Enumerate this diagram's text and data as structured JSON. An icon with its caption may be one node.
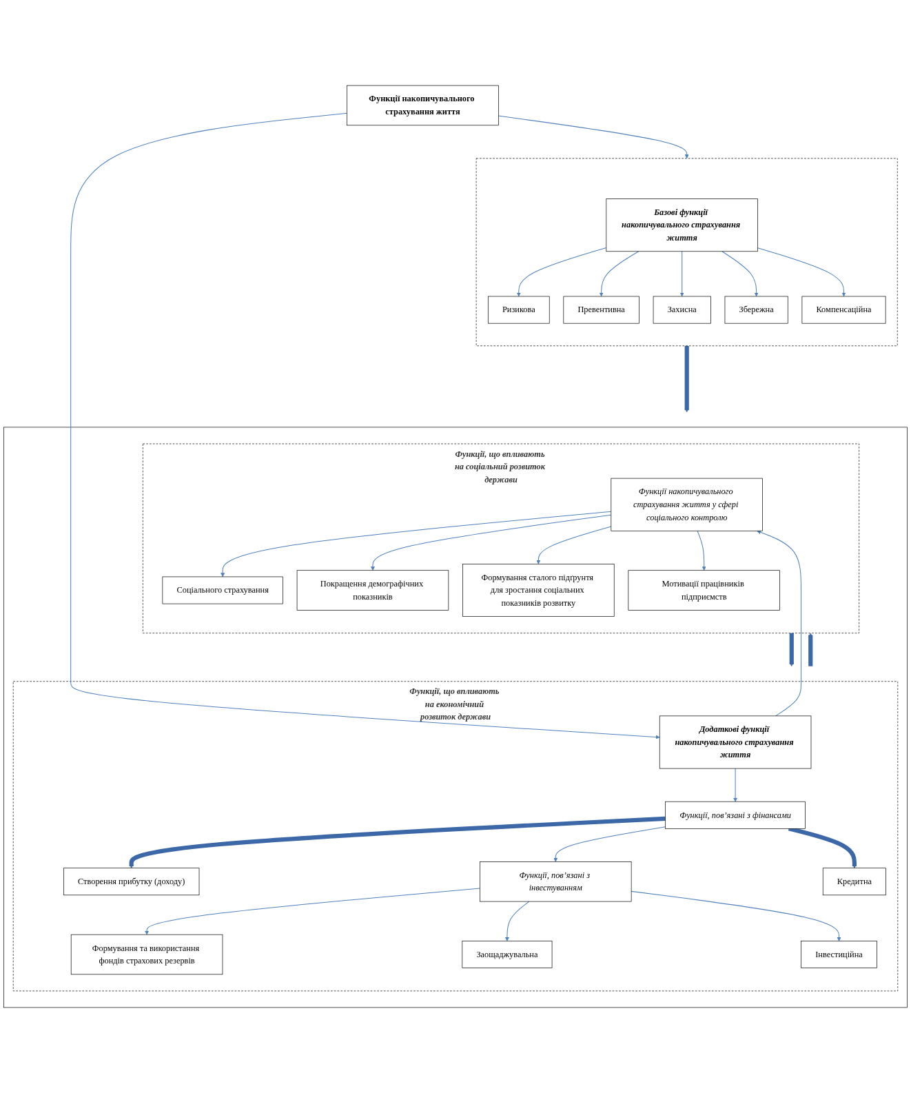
{
  "diagram": {
    "nodes": [
      {
        "text": [
          "Функції накопичувального страхування життя"
        ]
      },
      {
        "text": [],
        "shape": "box"
      },
      {
        "text": [
          "Базові функції накопичувального страхування життя"
        ],
        "in": 1
      },
      {
        "text": [
          "Ризикова"
        ],
        "in": 1
      },
      {
        "text": [
          "Превентивна"
        ],
        "in": 1
      },
      {
        "text": [
          "Захисна"
        ],
        "in": 1
      },
      {
        "text": [
          "Збережна"
        ],
        "in": 1
      },
      {
        "text": [
          "Компенсаційна"
        ],
        "in": 1
      },
      {
        "text": [],
        "shape": "box"
      },
      {
        "text": [
          "Функції, що впливають на економічний розвиток держави"
        ],
        "in": 8
      },
      {
        "text": [
          "Додаткові функції накопичувального страхування життя"
        ],
        "in": 9
      },
      {
        "text": [
          "Функції, пов’язані з фінансами"
        ],
        "in": 9
      },
      {
        "text": [
          "Створення прибутку (доходу)"
        ],
        "in": 9
      },
      {
        "text": [
          "Функції, пов’язані з інвестуванням"
        ],
        "in": 9
      },
      {
        "text": [
          "Кредитна"
        ],
        "in": 9
      },
      {
        "text": [
          "Формування та використання фондів страхових резервів"
        ],
        "in": 9
      },
      {
        "text": [
          "Заощаджувальна"
        ],
        "in": 9
      },
      {
        "text": [
          "Інвестиційна"
        ],
        "in": 9
      },
      {
        "text": [
          "Функції, що впливають на соціальний розвиток держави"
        ],
        "in": 8
      },
      {
        "text": [
          "Функції накопичувального страхування життя у сфері соціального контролю"
        ],
        "in": 18
      },
      {
        "text": [
          "Соціального страхування"
        ],
        "in": 18
      },
      {
        "text": [
          "Покращення демографічних показників"
        ],
        "in": 18
      },
      {
        "text": [
          "Формування сталого підґрунтя для зростання соціальних показників розвитку"
        ],
        "in": 18
      },
      {
        "text": [
          "Мотивації працівників підприємств"
        ],
        "in": 18
      }
    ],
    "edges": [
      {
        "from": 0,
        "to": 1,
        "arrow": "to"
      },
      {
        "from": 0,
        "to": 10,
        "arrow": "to"
      },
      {
        "from": 10,
        "to": 19,
        "arrow": "to"
      },
      {
        "from": 2,
        "to": 3,
        "arrow": "to"
      },
      {
        "from": 2,
        "to": 4,
        "arrow": "to"
      },
      {
        "from": 2,
        "to": 5,
        "arrow": "to"
      },
      {
        "from": 2,
        "to": 6,
        "arrow": "to"
      },
      {
        "from": 2,
        "to": 7,
        "arrow": "to"
      },
      {
        "from": 1,
        "to": 8,
        "arrow": "to",
        "style": "thick"
      },
      {
        "from": 10,
        "to": 11,
        "arrow": "to"
      },
      {
        "from": 11,
        "to": 12,
        "arrow": "to",
        "style": "thick"
      },
      {
        "from": 11,
        "to": 13,
        "arrow": "to"
      },
      {
        "from": 11,
        "to": 14,
        "arrow": "to",
        "style": "thick"
      },
      {
        "from": 13,
        "to": 15,
        "arrow": "to"
      },
      {
        "from": 13,
        "to": 16,
        "arrow": "to"
      },
      {
        "from": 13,
        "to": 17,
        "arrow": "to"
      },
      {
        "from": 9,
        "to": 18,
        "arrow": "to",
        "style": "thick"
      },
      {
        "from": 18,
        "to": 9,
        "arrow": "to",
        "style": "thick"
      },
      {
        "from": 19,
        "to": 20,
        "arrow": "to"
      },
      {
        "from": 19,
        "to": 21,
        "arrow": "to"
      },
      {
        "from": 19,
        "to": 22,
        "arrow": "to"
      },
      {
        "from": 19,
        "to": 23,
        "arrow": "to"
      }
    ]
  }
}
